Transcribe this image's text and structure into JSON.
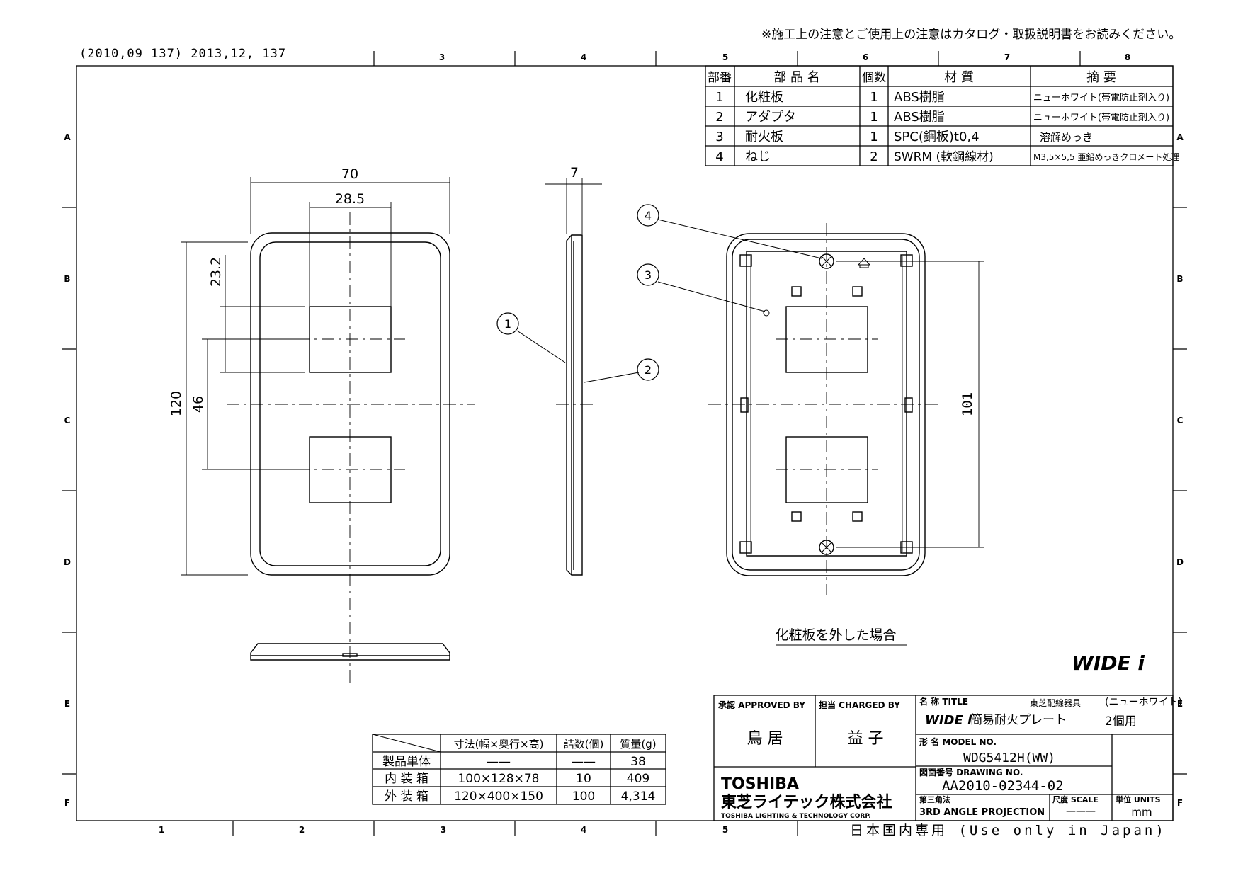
{
  "notice": "※施工上の注意とご使用上の注意はカタログ・取扱説明書をお読みください。",
  "revision": "(2010,09 137) 2013,12, 137",
  "grid_columns_top": [
    "3",
    "4",
    "5",
    "6",
    "7",
    "8"
  ],
  "grid_columns_bottom": [
    "1",
    "2",
    "3",
    "4",
    "5"
  ],
  "grid_rows": [
    "A",
    "B",
    "C",
    "D",
    "E",
    "F"
  ],
  "parts_table": {
    "headers": [
      "部番",
      "部 品 名",
      "個数",
      "材 質",
      "摘 要"
    ],
    "rows": [
      [
        "1",
        "化粧板",
        "1",
        "ABS樹脂",
        "ニューホワイト(帯電防止剤入り)"
      ],
      [
        "2",
        "アダプタ",
        "1",
        "ABS樹脂",
        "ニューホワイト(帯電防止剤入り)"
      ],
      [
        "3",
        "耐火板",
        "1",
        "SPC(鋼板)t0,4",
        "溶解めっき"
      ],
      [
        "4",
        "ねじ",
        "2",
        "SWRM (軟鋼線材)",
        "M3,5×5,5 亜鉛めっきクロメート処理"
      ]
    ]
  },
  "dimensions": {
    "width": "70",
    "hole_width": "28.5",
    "thickness": "7",
    "top_offset": "23.2",
    "height": "120",
    "hole_pitch": "46",
    "screw_pitch": "101"
  },
  "callouts": [
    "1",
    "2",
    "3",
    "4"
  ],
  "cover_removed_caption": "化粧板を外した場合",
  "brand_logo": "WIDE i",
  "package_table": {
    "headers": [
      "",
      "寸法(幅×奥行×高)",
      "詰数(個)",
      "質量(g)"
    ],
    "rows": [
      [
        "製品単体",
        "——",
        "——",
        "38"
      ],
      [
        "内 装 箱",
        "100×128×78",
        "10",
        "409"
      ],
      [
        "外 装 箱",
        "120×400×150",
        "100",
        "4,314"
      ]
    ]
  },
  "title_block": {
    "approved_label": "承認 APPROVED BY",
    "approved_name": "鳥 居",
    "charged_label": "担当 CHARGED BY",
    "charged_name": "益 子",
    "title_label": "名 称 TITLE",
    "title_category": "東芝配線器具",
    "title_color": "(ニューホワイト)",
    "title_logo": "WIDE i",
    "title_name": "簡易耐火プレート",
    "title_qty": "2個用",
    "model_label": "形 名 MODEL NO.",
    "model_no": "WDG5412H(WW)",
    "drawing_label": "図面番号 DRAWING NO.",
    "drawing_no": "AA2010-02344-02",
    "company_en_logo": "TOSHIBA",
    "company_jp": "東芝ライテック株式会社",
    "company_en": "TOSHIBA LIGHTING & TECHNOLOGY CORP.",
    "projection_label": "第三角法",
    "projection": "3RD ANGLE PROJECTION",
    "scale_label": "尺度 SCALE",
    "scale_value": "———",
    "units_label": "単位 UNITS",
    "units_value": "mm"
  },
  "domestic_use": "日本国内専用 (Use only in Japan)"
}
